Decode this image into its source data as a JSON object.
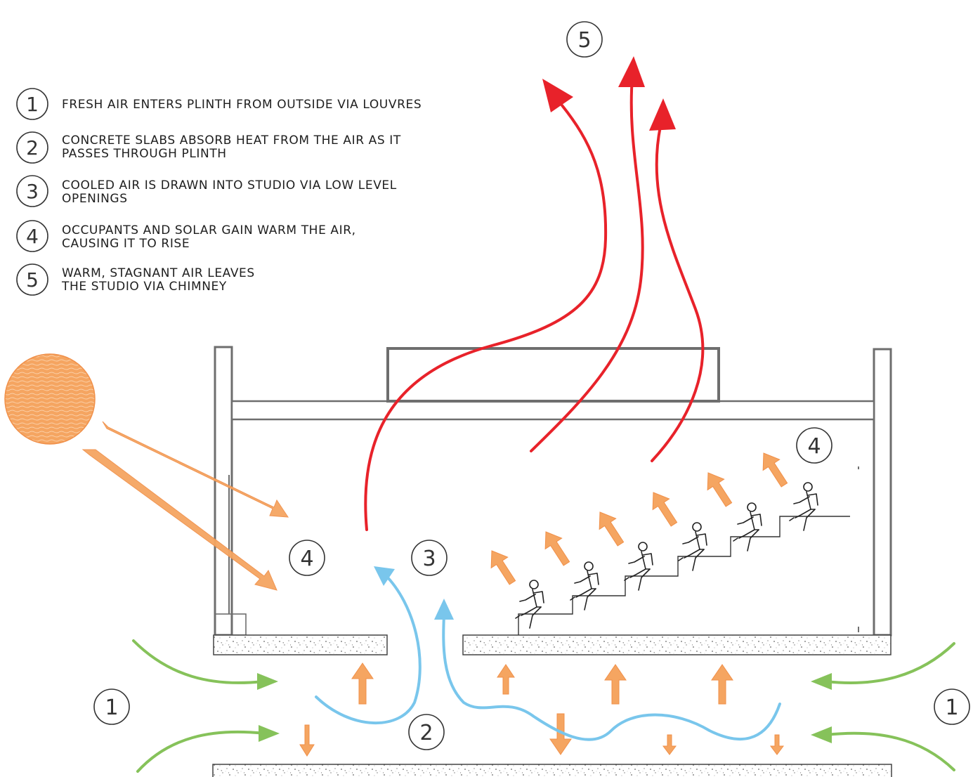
{
  "legend": [
    {
      "number": "1",
      "lines": [
        "FRESH AIR ENTERS PLINTH FROM OUTSIDE VIA LOUVRES"
      ]
    },
    {
      "number": "2",
      "lines": [
        "CONCRETE SLABS ABSORB HEAT FROM THE AIR AS IT",
        "PASSES THROUGH PLINTH"
      ]
    },
    {
      "number": "3",
      "lines": [
        "COOLED AIR IS DRAWN INTO STUDIO VIA LOW LEVEL",
        "OPENINGS"
      ]
    },
    {
      "number": "4",
      "lines": [
        "OCCUPANTS AND SOLAR GAIN WARM THE AIR,",
        "CAUSING IT TO RISE"
      ]
    },
    {
      "number": "5",
      "lines": [
        "WARM, STAGNANT AIR LEAVES",
        "THE STUDIO VIA CHIMNEY"
      ]
    }
  ],
  "markers": {
    "chimney_outlet": "5",
    "solar_gain": "4",
    "occupant_gain": "4",
    "cooled_air_inlet": "3",
    "plinth": "2",
    "fresh_air_left": "1",
    "fresh_air_right": "1"
  },
  "colors": {
    "warm_air": "#e8222a",
    "cool_air": "#79c6ec",
    "fresh_air": "#86c25a",
    "heat": "#f5a561",
    "sun": "#f5a561",
    "structure": "#6e6e6e"
  },
  "icons": {
    "sun": "sun-icon",
    "occupant": "seated-person-icon"
  }
}
